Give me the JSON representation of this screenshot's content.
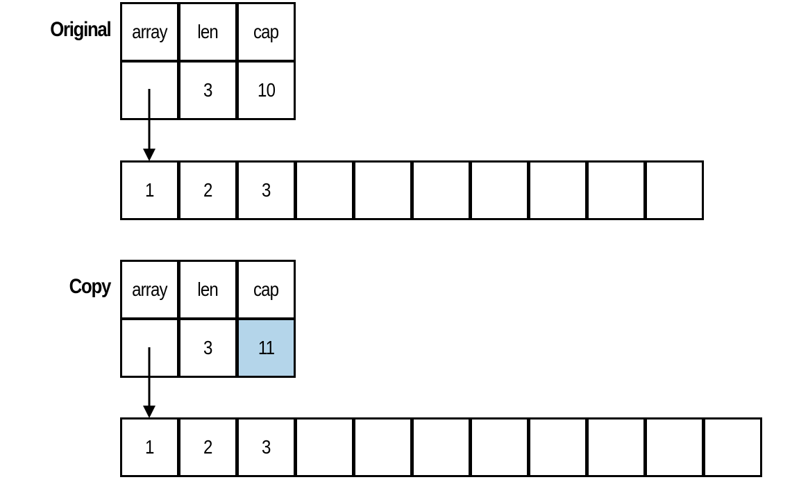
{
  "original": {
    "label": "Original",
    "header": {
      "headers": [
        "array",
        "len",
        "cap"
      ],
      "values": [
        "",
        "3",
        "10"
      ]
    },
    "backing_array": [
      "1",
      "2",
      "3",
      "",
      "",
      "",
      "",
      "",
      "",
      ""
    ]
  },
  "copy": {
    "label": "Copy",
    "header": {
      "headers": [
        "array",
        "len",
        "cap"
      ],
      "values": [
        "",
        "3",
        "11"
      ]
    },
    "backing_array": [
      "1",
      "2",
      "3",
      "",
      "",
      "",
      "",
      "",
      "",
      "",
      ""
    ]
  },
  "highlight_color": "#b4d5ea"
}
